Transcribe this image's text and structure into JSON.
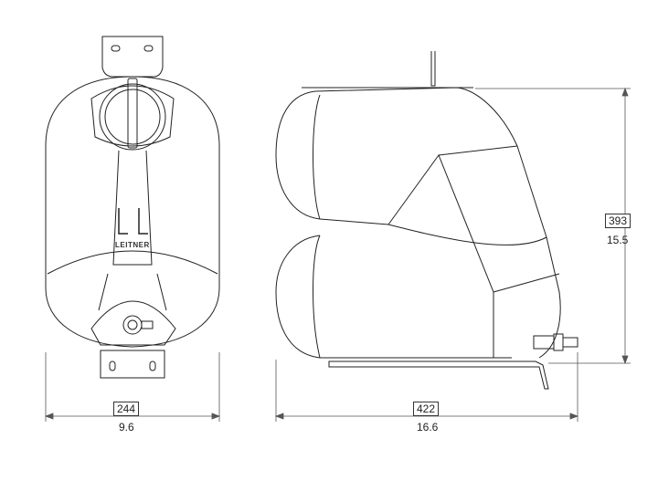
{
  "dimensions": {
    "front_width_mm": "244",
    "front_width_in": "9.6",
    "side_width_mm": "422",
    "side_width_in": "16.6",
    "height_mm": "393",
    "height_in": "15.5"
  },
  "logo_text": "LEITNER",
  "colors": {
    "line": "#222222",
    "background": "#ffffff"
  }
}
